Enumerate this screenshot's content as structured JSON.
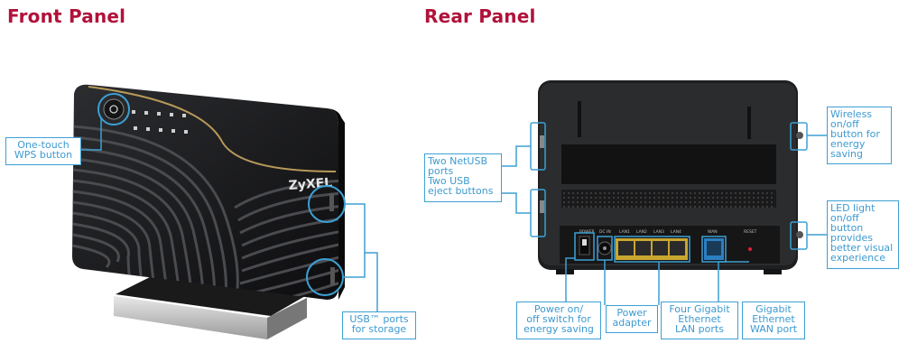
{
  "front_panel": {
    "title": "Front Panel",
    "brand": "ZyXEL",
    "callouts": {
      "wps": [
        "One-touch",
        "WPS button"
      ],
      "usb": [
        "USB™ ports",
        "for storage"
      ]
    }
  },
  "rear_panel": {
    "title": "Rear Panel",
    "port_labels": [
      "POWER",
      "DC IN",
      "LAN1",
      "LAN2",
      "LAN3",
      "LAN4",
      "WAN",
      "RESET"
    ],
    "callouts": {
      "netusb": [
        "Two NetUSB",
        "ports",
        "Two USB",
        "eject buttons"
      ],
      "wireless": [
        "Wireless",
        "on/off",
        "button for",
        "energy",
        "saving"
      ],
      "led": [
        "LED light",
        "on/off",
        "button",
        "provides",
        "better visual",
        "experience"
      ],
      "power_switch": [
        "Power on/",
        "off switch for",
        "energy saving"
      ],
      "power_adapter": [
        "Power",
        "adapter"
      ],
      "lan": [
        "Four Gigabit",
        "Ethernet",
        "LAN ports"
      ],
      "wan": [
        "Gigabit",
        "Ethernet",
        "WAN port"
      ]
    }
  }
}
